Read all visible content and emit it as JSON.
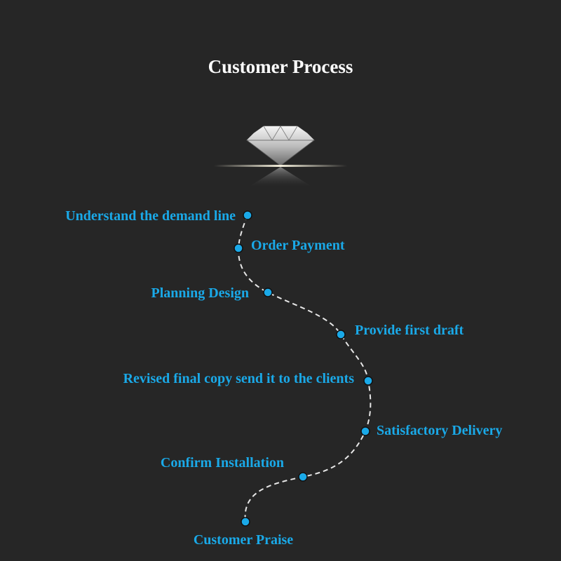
{
  "title": "Customer Process",
  "colors": {
    "background": "#262626",
    "accent": "#1aa9e8",
    "title": "#ffffff",
    "path": "#e6e6e6"
  },
  "icon": "diamond-icon",
  "steps": [
    {
      "label": "Understand the demand line",
      "side": "left"
    },
    {
      "label": "Order Payment",
      "side": "right"
    },
    {
      "label": "Planning Design",
      "side": "left"
    },
    {
      "label": "Provide first draft",
      "side": "right"
    },
    {
      "label": "Revised final copy send it to the clients",
      "side": "left"
    },
    {
      "label": "Satisfactory Delivery",
      "side": "right"
    },
    {
      "label": "Confirm Installation",
      "side": "left"
    },
    {
      "label": "Customer Praise",
      "side": "below"
    }
  ]
}
